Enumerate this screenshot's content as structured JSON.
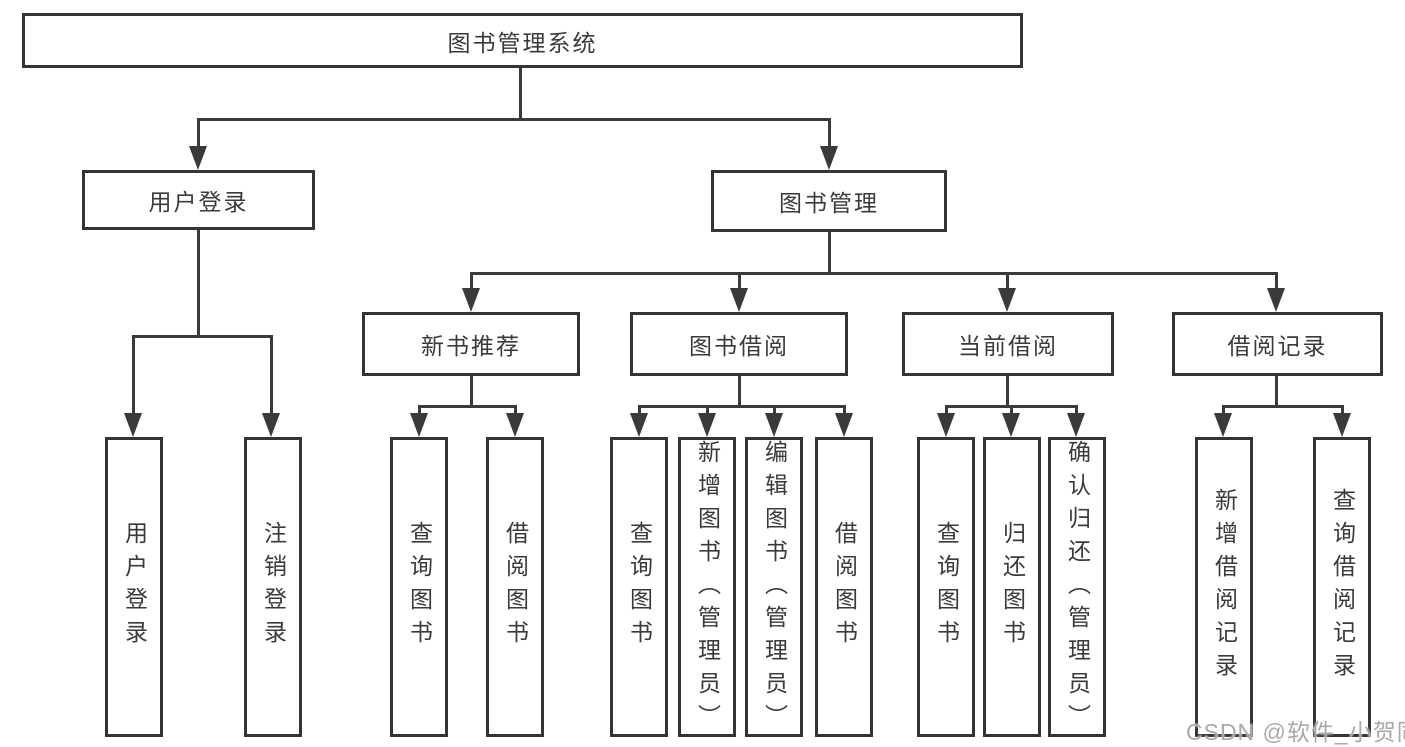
{
  "colors": {
    "line": "#3a3a3a",
    "box_border": "#343434",
    "text": "#3a3a3a",
    "background": "#ffffff",
    "watermark_text_color": "#a9a9a9"
  },
  "tree": {
    "root": {
      "label": "图书管理系统",
      "children": [
        {
          "label": "用户登录",
          "children": [
            {
              "label": "用户登录"
            },
            {
              "label": "注销登录"
            }
          ]
        },
        {
          "label": "图书管理",
          "children": [
            {
              "label": "新书推荐",
              "children": [
                {
                  "label": "查询图书"
                },
                {
                  "label": "借阅图书"
                }
              ]
            },
            {
              "label": "图书借阅",
              "children": [
                {
                  "label": "查询图书"
                },
                {
                  "label": "新增图书（管理员）"
                },
                {
                  "label": "编辑图书（管理员）"
                },
                {
                  "label": "借阅图书"
                }
              ]
            },
            {
              "label": "当前借阅",
              "children": [
                {
                  "label": "查询图书"
                },
                {
                  "label": "归还图书"
                },
                {
                  "label": "确认归还（管理员）"
                }
              ]
            },
            {
              "label": "借阅记录",
              "children": [
                {
                  "label": "新增借阅记录"
                },
                {
                  "label": "查询借阅记录"
                }
              ]
            }
          ]
        }
      ]
    }
  },
  "watermark": {
    "text": "CSDN @软件_小贺同学"
  }
}
